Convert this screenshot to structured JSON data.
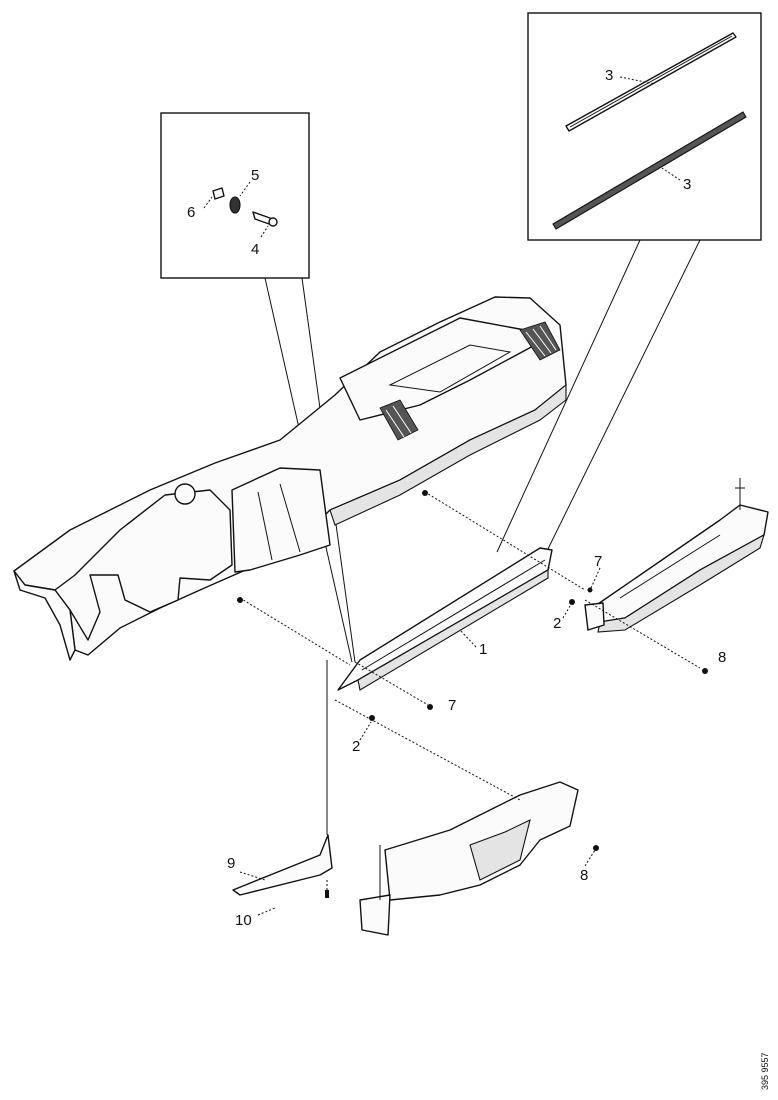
{
  "callouts": {
    "c1": "1",
    "c2a": "2",
    "c2b": "2",
    "c3a": "3",
    "c3b": "3",
    "c4": "4",
    "c5": "5",
    "c6": "6",
    "c7a": "7",
    "c7b": "7",
    "c8a": "8",
    "c8b": "8",
    "c9": "9",
    "c10": "10"
  },
  "reference_code": "395 9557",
  "icons": {
    "inset_left": "fastener-detail-inset",
    "inset_right": "trim-strip-detail-inset"
  }
}
